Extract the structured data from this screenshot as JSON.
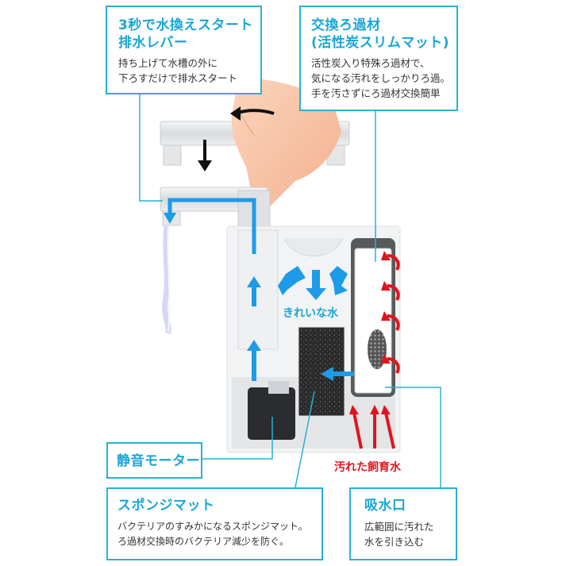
{
  "callouts": {
    "lever": {
      "title_lines": [
        "3秒で水換えスタート",
        "排水レバー"
      ],
      "desc_lines": [
        "持ち上げて水槽の外に",
        "下ろすだけで排水スタート"
      ]
    },
    "filter": {
      "title_lines": [
        "交換ろ過材",
        "(活性炭スリムマット)"
      ],
      "desc_lines": [
        "活性炭入り特殊ろ過材で、",
        "気になる汚れをしっかりろ過。",
        "手を汚さずにろ過材交換簡単"
      ]
    },
    "motor": {
      "title": "静音モーター"
    },
    "sponge": {
      "title": "スポンジマット",
      "desc_lines": [
        "バクテリアのすみかになるスポンジマット。",
        "ろ過材交換時のバクテリア減少を防ぐ。"
      ]
    },
    "intake": {
      "title": "吸水口",
      "desc_lines": [
        "広範囲に汚れた",
        "水を引き込む"
      ]
    }
  },
  "labels": {
    "clean_water": "きれいな水",
    "dirty_water": "汚れた飼育水"
  },
  "colors": {
    "accent": "#2bb0d3",
    "title_blue": "#1aa6d6",
    "flow_blue": "#1e9be6",
    "dirty_red": "#e0141e",
    "text": "#333333"
  }
}
